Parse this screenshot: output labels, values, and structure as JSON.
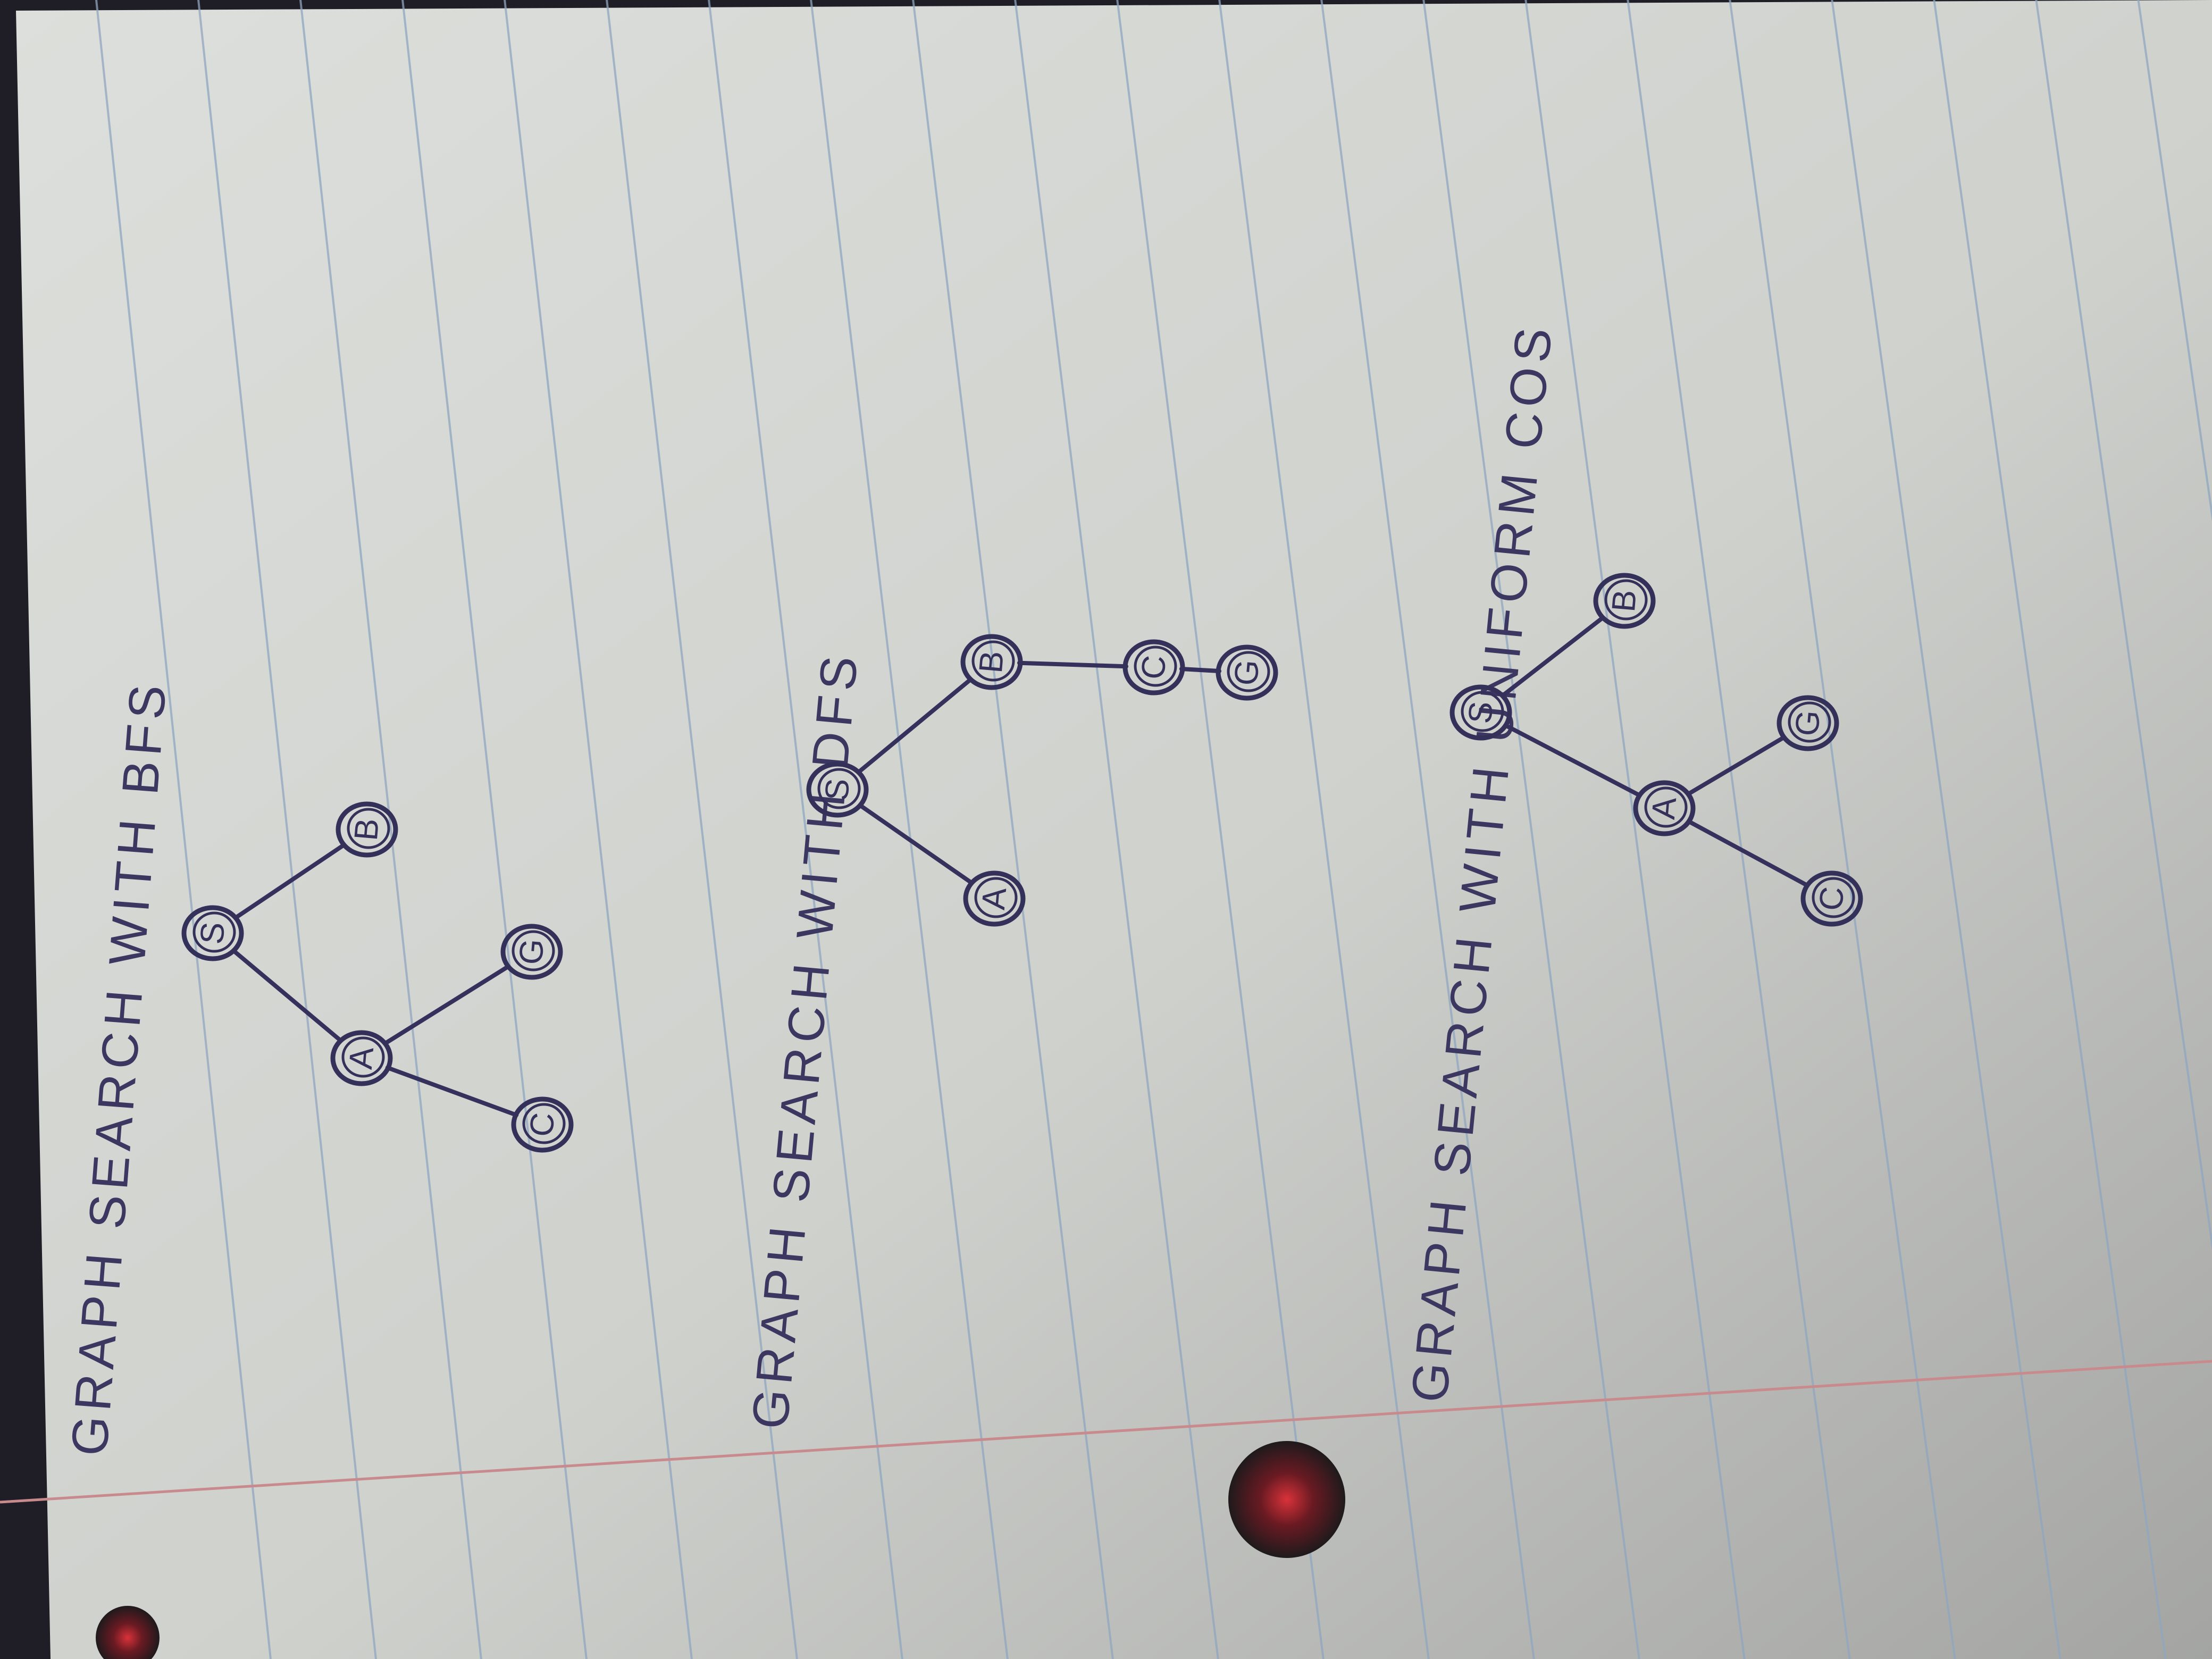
{
  "colors": {
    "paper": "#d9dbd7",
    "paper_shadow": "#a9aaa8",
    "rule_line": "#8fa6c0",
    "margin_line": "#c98a8e",
    "ink": "#33305a",
    "punch_hole": "#1e1a1c",
    "hole_highlight": "#d8323a"
  },
  "sections": [
    {
      "title": "GRAPH SEARCH WITH BFS",
      "nodes": [
        {
          "id": "s",
          "label": "S"
        },
        {
          "id": "a",
          "label": "A"
        },
        {
          "id": "b",
          "label": "B"
        },
        {
          "id": "c",
          "label": "C"
        },
        {
          "id": "g",
          "label": "G"
        }
      ],
      "edges": [
        [
          "s",
          "a"
        ],
        [
          "s",
          "b"
        ],
        [
          "a",
          "c"
        ],
        [
          "a",
          "g"
        ]
      ]
    },
    {
      "title": "GRAPH SEARCH WITH DFS",
      "nodes": [
        {
          "id": "s",
          "label": "S"
        },
        {
          "id": "a",
          "label": "A"
        },
        {
          "id": "b",
          "label": "B"
        },
        {
          "id": "c",
          "label": "C"
        },
        {
          "id": "g",
          "label": "G"
        }
      ],
      "edges": [
        [
          "s",
          "a"
        ],
        [
          "s",
          "b"
        ],
        [
          "b",
          "c"
        ],
        [
          "c",
          "g"
        ]
      ]
    },
    {
      "title": "GRAPH SEARCH WITH UNIFORM COS",
      "nodes": [
        {
          "id": "s",
          "label": "S"
        },
        {
          "id": "a",
          "label": "A"
        },
        {
          "id": "b",
          "label": "B"
        },
        {
          "id": "c",
          "label": "C"
        },
        {
          "id": "g",
          "label": "G"
        }
      ],
      "edges": [
        [
          "s",
          "a"
        ],
        [
          "s",
          "b"
        ],
        [
          "a",
          "c"
        ],
        [
          "a",
          "g"
        ]
      ]
    }
  ]
}
